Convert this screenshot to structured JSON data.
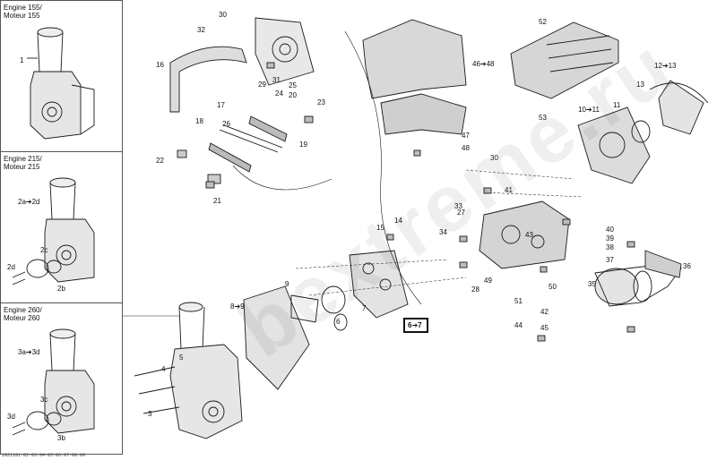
{
  "panels": [
    {
      "title_line1": "Engine 155/",
      "title_line2": "Moteur 155",
      "labels": [
        "1"
      ]
    },
    {
      "title_line1": "Engine 215/",
      "title_line2": "Moteur 215",
      "labels": [
        "2a➔2d",
        "2c",
        "2d",
        "2b"
      ]
    },
    {
      "title_line1": "Engine 260/",
      "title_line2": "Moteur 260",
      "labels": [
        "3a➔3d",
        "3c",
        "3d",
        "3b"
      ]
    }
  ],
  "callouts": [
    "30",
    "32",
    "16",
    "17",
    "18",
    "20",
    "31",
    "29",
    "24",
    "25",
    "23",
    "19",
    "26",
    "21",
    "22",
    "52",
    "46➔48",
    "12➔13",
    "53",
    "13",
    "10➔11",
    "11",
    "47",
    "48",
    "30",
    "41",
    "33",
    "14",
    "15",
    "27",
    "34",
    "43",
    "28",
    "49",
    "50",
    "51",
    "42",
    "44",
    "45",
    "8➔9",
    "9",
    "7",
    "4",
    "5",
    "3",
    "6",
    "40",
    "39",
    "38",
    "37",
    "36",
    "35"
  ],
  "highlight_label": "6➔7",
  "watermark": "bextreme.ru",
  "footer": "2921101-02-03-04-05-06-07-08-09",
  "colors": {
    "line": "#1a1a1a",
    "part_fill": "#d9d9d9",
    "part_dark": "#8c8c8c"
  }
}
